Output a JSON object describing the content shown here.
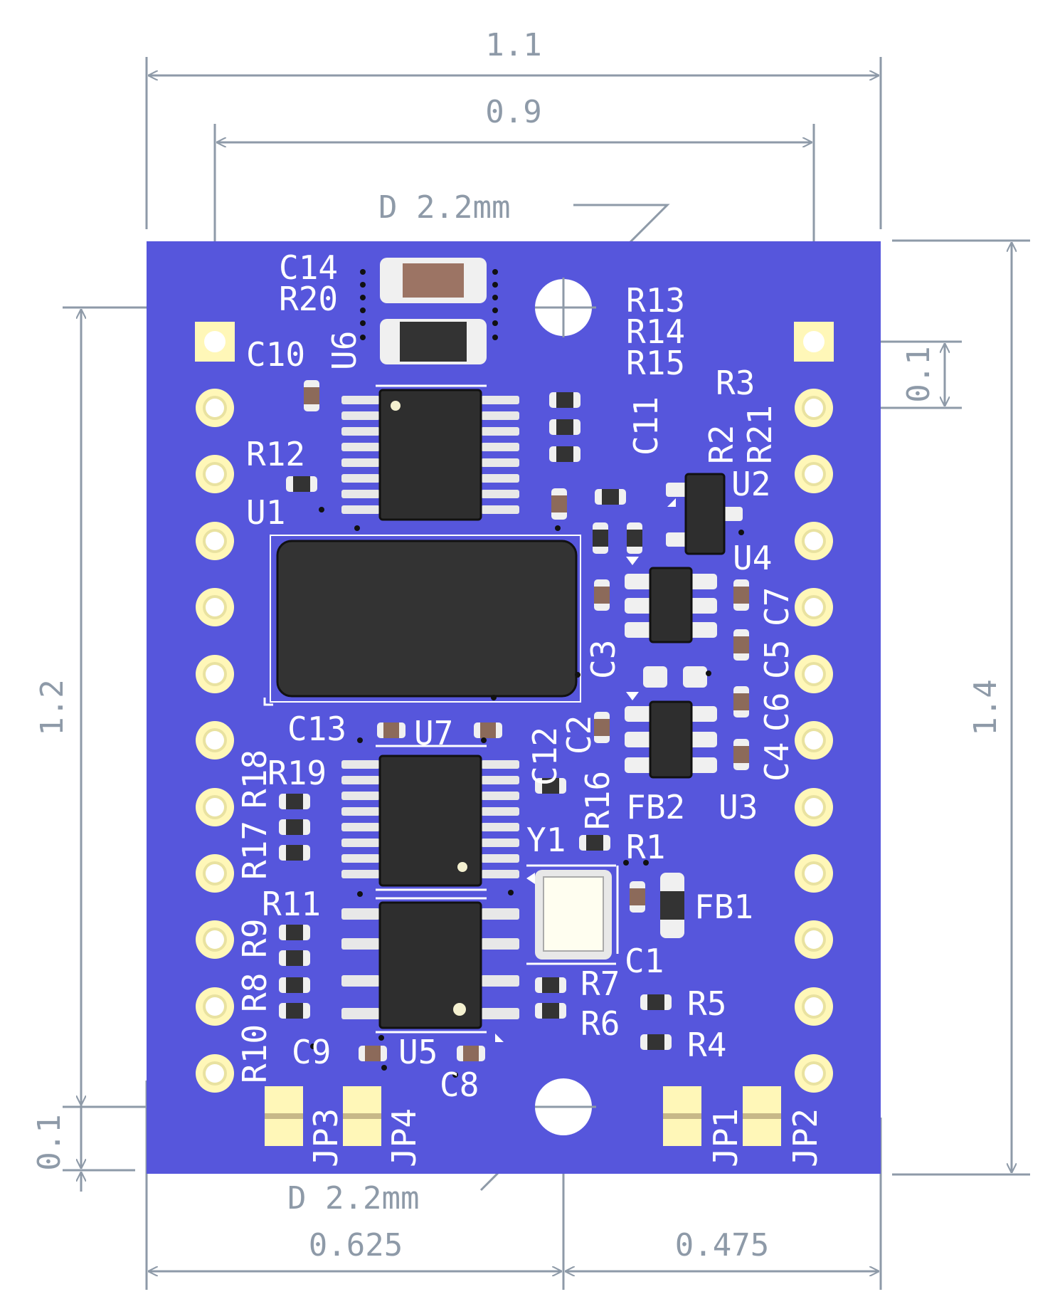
{
  "colors": {
    "board": "#5656dc",
    "dimension": "#8e9aa8",
    "silkscreen": "#ffffff",
    "pad_gold": "#fff7b8",
    "ic_body": "#2e2e2e",
    "pin_silver": "#e8e8e8",
    "resistor_body": "#8c6a5a",
    "hole": "#ffffff"
  },
  "dimensions": {
    "top_outer": "1.1",
    "top_inner": "0.9",
    "left_height": "1.2",
    "right_height": "1.4",
    "right_pitch": "0.1",
    "bottom_left_offset": "0.1",
    "bottom_left": "0.625",
    "bottom_right": "0.475",
    "hole_top": "D 2.2mm",
    "hole_bottom": "D 2.2mm"
  },
  "refdes": {
    "C14": "C14",
    "R20": "R20",
    "C10": "C10",
    "U6": "U6",
    "R13": "R13",
    "R14": "R14",
    "R15": "R15",
    "R3": "R3",
    "C11": "C11",
    "R2": "R2",
    "R21": "R21",
    "U2": "U2",
    "R12": "R12",
    "U1": "U1",
    "U4": "U4",
    "C7": "C7",
    "C5": "C5",
    "C3": "C3",
    "C6": "C6",
    "C4": "C4",
    "C13": "C13",
    "U7": "U7",
    "C12": "C12",
    "C2": "C2",
    "R16": "R16",
    "R19": "R19",
    "R18": "R18",
    "R17": "R17",
    "FB2": "FB2",
    "U3": "U3",
    "Y1": "Y1",
    "R1": "R1",
    "R11": "R11",
    "FB1": "FB1",
    "R9": "R9",
    "R8": "R8",
    "C1": "C1",
    "R7": "R7",
    "R10": "R10",
    "R5": "R5",
    "R6": "R6",
    "R4": "R4",
    "C9": "C9",
    "U5": "U5",
    "C8": "C8",
    "JP3": "JP3",
    "JP4": "JP4",
    "JP1": "JP1",
    "JP2": "JP2"
  }
}
